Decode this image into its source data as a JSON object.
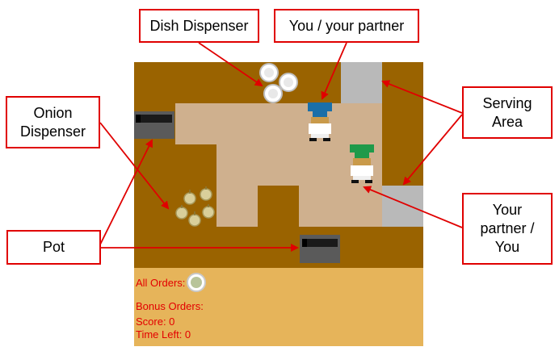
{
  "labels": {
    "dish_dispenser": "Dish Dispenser",
    "you_partner": "You / your partner",
    "onion_dispenser": "Onion\nDispenser",
    "serving_area": "Serving\nArea",
    "pot": "Pot",
    "your_partner_you": "Your\npartner /\nYou"
  },
  "hud": {
    "all_orders_label": "All Orders:",
    "bonus_orders_label": "Bonus Orders:",
    "score_label": "Score: 0",
    "time_left_label": "Time Left: 0"
  },
  "colors": {
    "wall": "#9a6300",
    "floor": "#cfb08e",
    "serving": "#b9b9b9",
    "hud_bg": "#e6b45a",
    "annotation": "#e00000",
    "chef_blue": "#1a6fa8",
    "chef_green": "#1f9a4a"
  },
  "icons": [
    "dish-icon",
    "onion-icon",
    "pot-icon",
    "chef-blue-icon",
    "chef-green-icon"
  ]
}
